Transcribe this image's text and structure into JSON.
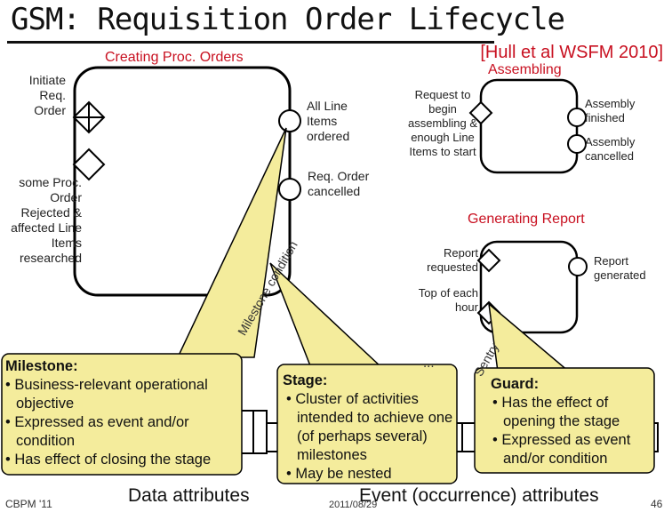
{
  "slide": {
    "title": "GSM: Requisition Order Lifecycle",
    "citation": "[Hull et al WSFM 2010]",
    "footer_left": "CBPM '11",
    "footer_date": "2011/08/29",
    "page_number": "46"
  },
  "stages": {
    "creating": {
      "title": "Creating Proc. Orders",
      "guard_initiate": "Initiate Req. Order",
      "guard_rejected": "some Proc. Order Rejected & affected Line Items researched",
      "milestone_ordered": "All Line Items ordered",
      "milestone_cancelled": "Req. Order cancelled"
    },
    "assembling": {
      "title": "Assembling",
      "guard": "Request to begin assembling & enough Line Items to start",
      "milestone_finished": "Assembly finished",
      "milestone_cancelled": "Assembly cancelled"
    },
    "reporting": {
      "title": "Generating Report",
      "guard_requested": "Report requested",
      "guard_hourly": "Top of each hour",
      "milestone_generated": "Report generated"
    }
  },
  "callouts": {
    "milestone": {
      "heading": "Milestone:",
      "bullets": [
        "Business-relevant operational objective",
        "Expressed as event and/or condition",
        "Has effect of closing the stage"
      ]
    },
    "stage": {
      "heading": "Stage:",
      "bullets": [
        "Cluster of activities intended to achieve one (of perhaps several) milestones",
        "May be nested"
      ]
    },
    "guard": {
      "heading": "Guard:",
      "bullets": [
        "Has the effect of opening the stage",
        "Expressed as event and/or condition"
      ]
    }
  },
  "bottom_labels": {
    "data": "Data attributes",
    "events": "Event (occurrence) attributes"
  },
  "partial_text": {
    "milestone_cond": "Milestone condition",
    "partial_middle": "...",
    "partial_right": "Sentry"
  },
  "colors": {
    "title_red": "#c81020",
    "callout_fill": "#f4ec9c",
    "outline": "#000000"
  }
}
